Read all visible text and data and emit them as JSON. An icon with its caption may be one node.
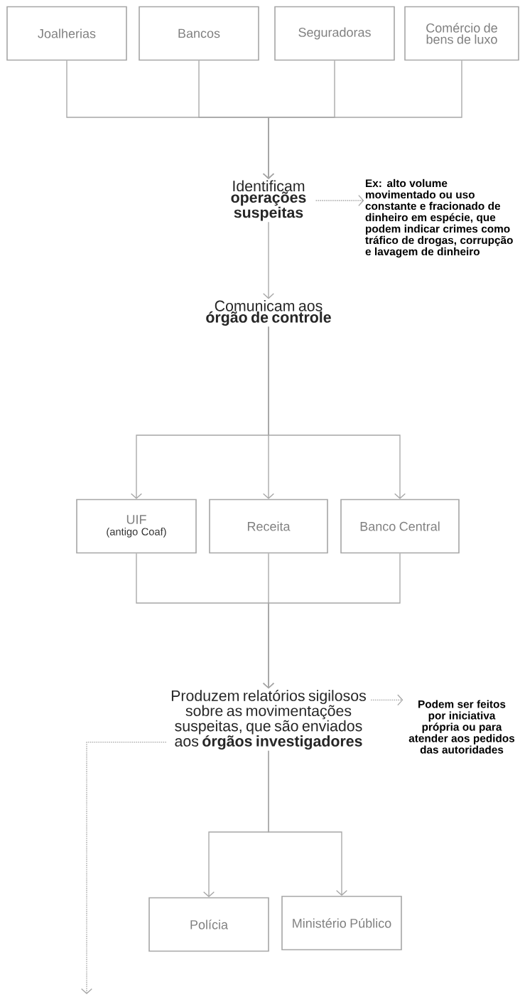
{
  "diagram": {
    "nodes": [
      {
        "text": [
          "Joalherias"
        ]
      },
      {
        "text": [
          "Bancos"
        ]
      },
      {
        "text": [
          "Seguradoras"
        ]
      },
      {
        "text": [
          "Comércio de bens de luxo"
        ]
      },
      {
        "text": [
          "Identificam **operações suspeitas**"
        ]
      },
      {
        "text": [
          "Ex: alto volume movimentado ou uso constante e fracionado de dinheiro em espécie, que podem indicar crimes como tráfico de drogas, corrupção e lavagem de dinheiro"
        ]
      },
      {
        "text": [
          "Comunicam aos **órgão de controle**"
        ]
      },
      {
        "text": [
          "UIF",
          "(antigo Coaf)"
        ]
      },
      {
        "text": [
          "Receita"
        ]
      },
      {
        "text": [
          "Banco Central"
        ]
      },
      {
        "text": [
          "Produzem relatórios sigilosos sobre as movimentações suspeitas, que são enviados aos **órgãos investigadores**"
        ]
      },
      {
        "text": [
          "Podem ser feitos por iniciativa própria ou para atender aos pedidos das autoridades"
        ]
      },
      {
        "text": [
          "Polícia"
        ]
      },
      {
        "text": [
          "Ministério Público"
        ]
      }
    ],
    "edges": [
      {
        "from": 0,
        "to": 4,
        "arrow": "to"
      },
      {
        "from": 1,
        "to": 4,
        "arrow": "to"
      },
      {
        "from": 2,
        "to": 4,
        "arrow": "to"
      },
      {
        "from": 3,
        "to": 4,
        "arrow": "to"
      },
      {
        "from": 4,
        "to": 5,
        "arrow": "to",
        "style": "dashed"
      },
      {
        "from": 4,
        "to": 6,
        "arrow": "to"
      },
      {
        "from": 6,
        "to": 7,
        "arrow": "to"
      },
      {
        "from": 6,
        "to": 8,
        "arrow": "to"
      },
      {
        "from": 6,
        "to": 9,
        "arrow": "to"
      },
      {
        "from": 7,
        "to": 10,
        "arrow": "to"
      },
      {
        "from": 8,
        "to": 10,
        "arrow": "to"
      },
      {
        "from": 9,
        "to": 10,
        "arrow": "to"
      },
      {
        "from": 10,
        "to": 11,
        "arrow": "to",
        "style": "dashed"
      },
      {
        "from": 10,
        "to": 12,
        "arrow": "to"
      },
      {
        "from": 10,
        "to": 13,
        "arrow": "to"
      },
      {
        "from": 10,
        "to": null,
        "arrow": "to",
        "style": "dashed"
      }
    ]
  }
}
